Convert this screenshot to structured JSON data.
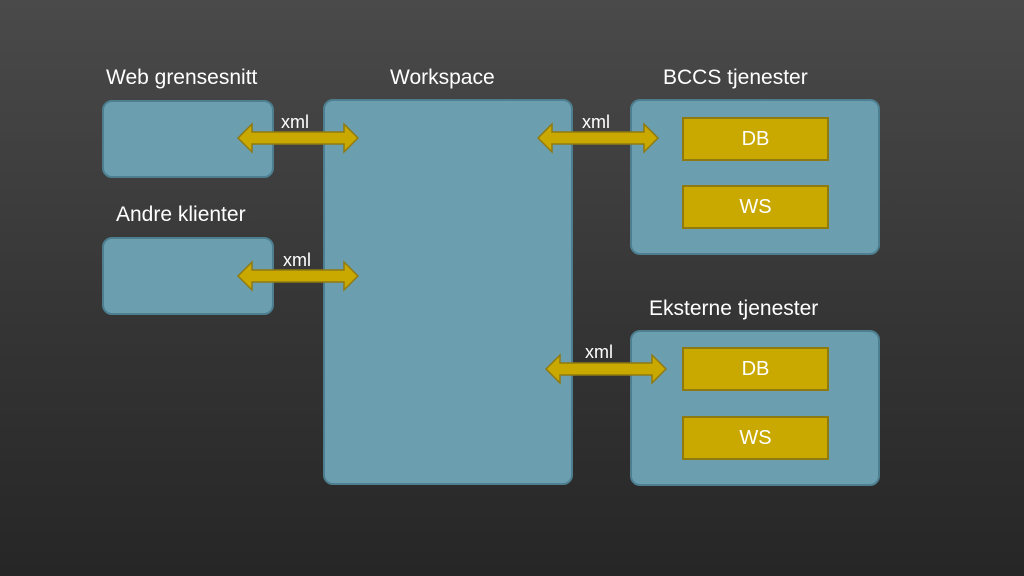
{
  "title_web": "Web grensesnitt",
  "title_andre": "Andre klienter",
  "title_workspace": "Workspace",
  "title_bccs": "BCCS tjenester",
  "title_eksterne": "Eksterne tjenester",
  "bccs_db": "DB",
  "bccs_ws": "WS",
  "eksterne_db": "DB",
  "eksterne_ws": "WS",
  "arrow_labels": [
    "xml",
    "xml",
    "xml",
    "xml"
  ],
  "colors": {
    "box_fill": "#6b9fb0",
    "box_border": "#4d7f91",
    "component_fill": "#c9a800",
    "arrow_fill": "#c9a800"
  }
}
